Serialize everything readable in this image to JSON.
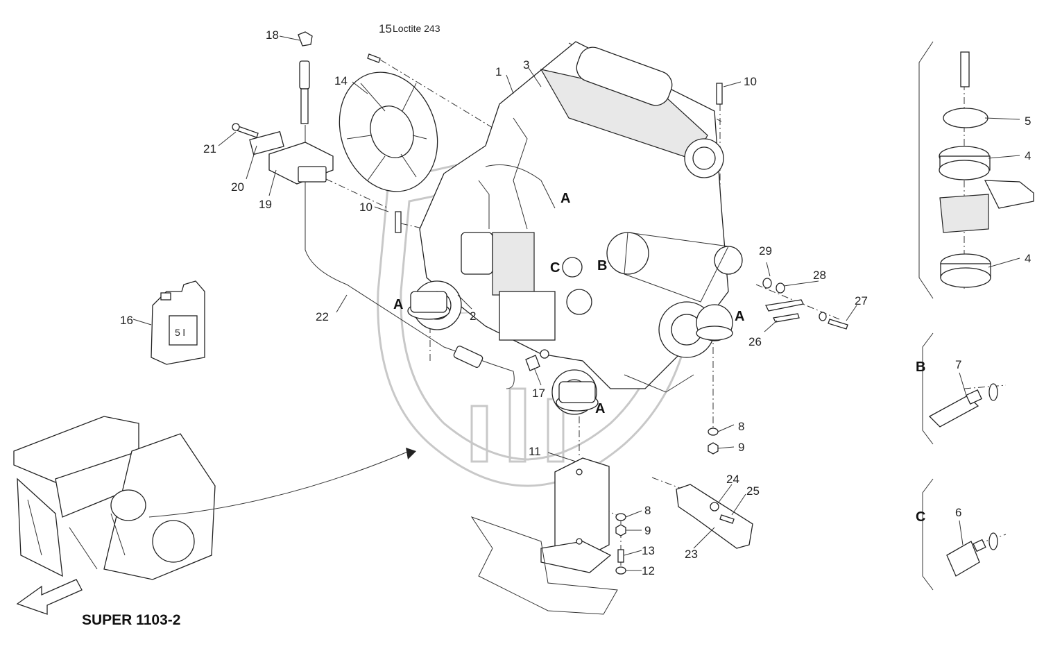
{
  "title": "SUPER 1103-2",
  "note_loctite": "Loctite 243",
  "canister_label": "5 l",
  "watermark": "STP",
  "section_labels": {
    "a": "A",
    "b": "B",
    "c": "C"
  },
  "callouts": [
    "1",
    "2",
    "3",
    "4",
    "5",
    "6",
    "7",
    "8",
    "9",
    "10",
    "11",
    "12",
    "13",
    "14",
    "15",
    "16",
    "17",
    "18",
    "19",
    "20",
    "21",
    "22",
    "23",
    "24",
    "25",
    "26",
    "27",
    "28",
    "29"
  ]
}
